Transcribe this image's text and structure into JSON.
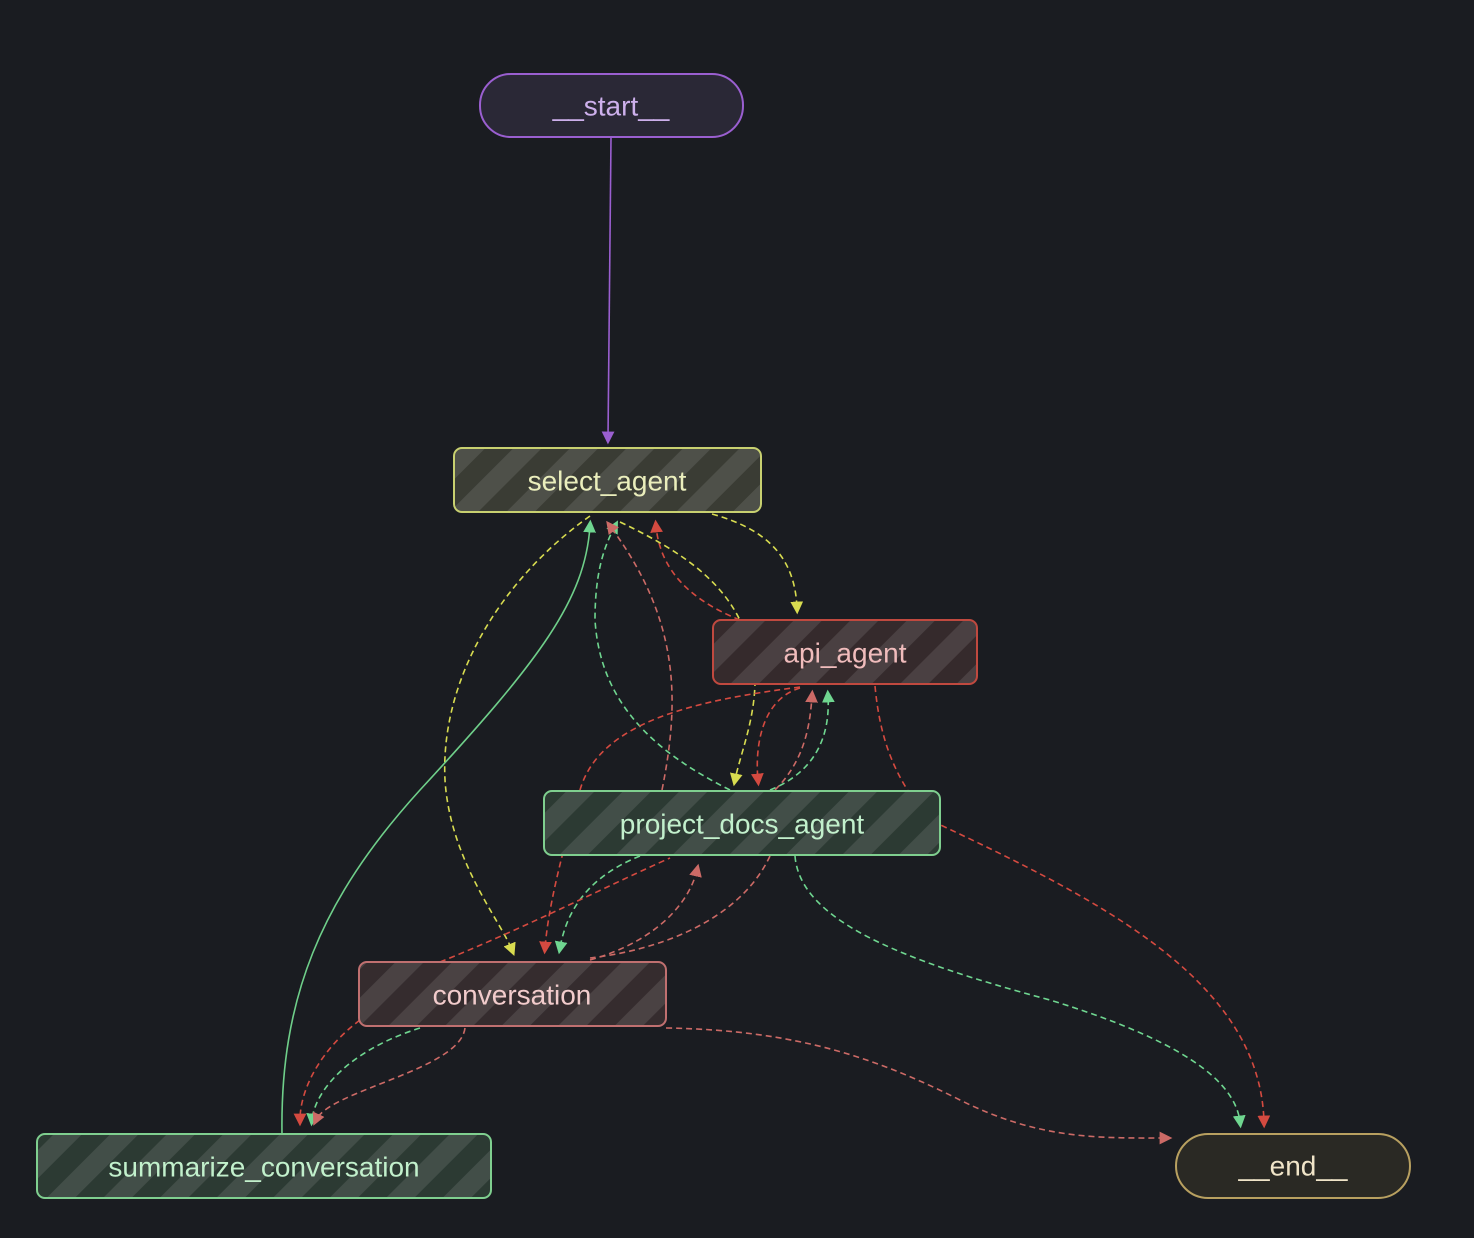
{
  "graph": {
    "nodes": {
      "start": {
        "label": "__start__"
      },
      "select_agent": {
        "label": "select_agent"
      },
      "api_agent": {
        "label": "api_agent"
      },
      "project_docs_agent": {
        "label": "project_docs_agent"
      },
      "conversation": {
        "label": "conversation"
      },
      "summarize_conversation": {
        "label": "summarize_conversation"
      },
      "end": {
        "label": "__end__"
      }
    },
    "colors": {
      "background": "#1a1c21",
      "start": "#9a5fd0",
      "select_agent": "#c8d070",
      "api_agent": "#c0493f",
      "project_docs_agent": "#7fcf8f",
      "conversation": "#c07070",
      "summarize_conversation": "#7fcf8f",
      "end": "#b8a060"
    }
  }
}
